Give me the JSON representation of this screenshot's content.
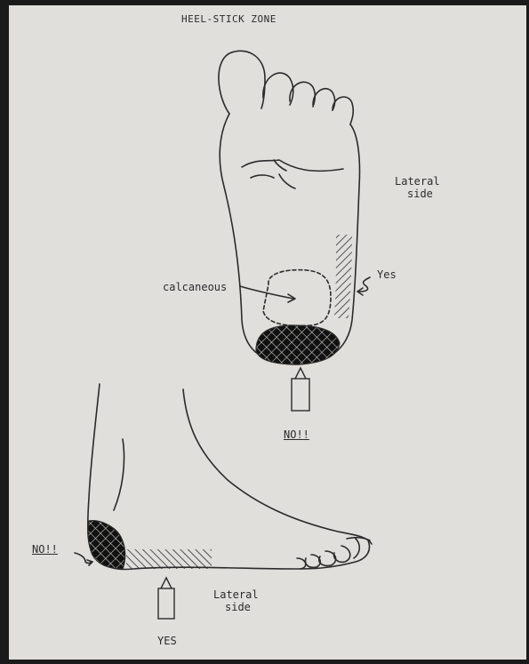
{
  "diagram": {
    "title": "HEEL-STICK ZONE",
    "plantar_view": {
      "lateral_side_line1": "Lateral",
      "lateral_side_line2": "side",
      "yes_label": "Yes",
      "calcaneous_label": "calcaneous",
      "no_label": "NO!!"
    },
    "side_view": {
      "no_label": "NO!!",
      "yes_label": "YES",
      "lateral_side_line1": "Lateral",
      "lateral_side_line2": "side"
    }
  },
  "colors": {
    "paper": "#e0dfdc",
    "ink": "#2b2b2b",
    "background": "#1a1a1a"
  }
}
